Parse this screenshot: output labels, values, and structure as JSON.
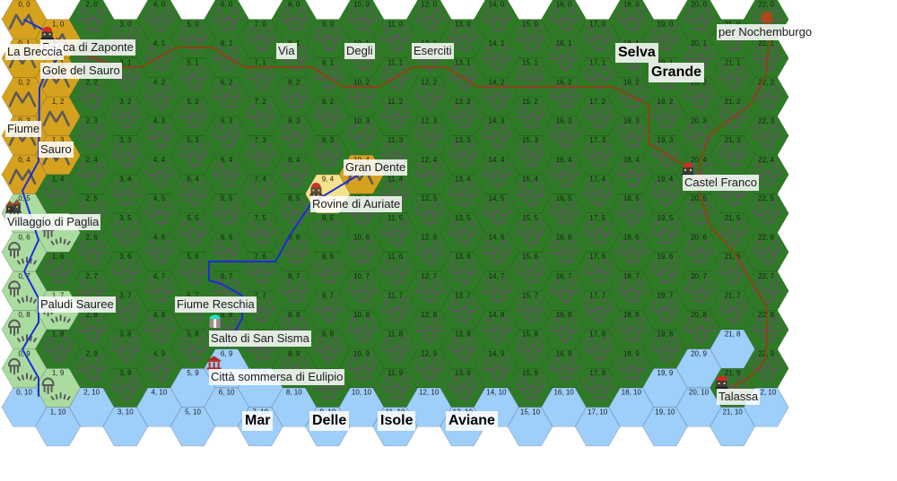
{
  "map": {
    "cols": 23,
    "rows": 11,
    "hex_label_format": "{col}, {row}",
    "terrain_types": {
      "M": {
        "name": "mountain",
        "color": "#D6A21E"
      },
      "F": {
        "name": "forest",
        "color": "#2F7A27"
      },
      "S": {
        "name": "swamp",
        "color": "#AADCA0"
      },
      "W": {
        "name": "water",
        "color": "#9ECEFA"
      },
      "R": {
        "name": "ruins",
        "color": "#F5E28C"
      }
    },
    "terrain_rows": [
      "MMFFFFFFFFFFFFFFFFFFFFF",
      "MMFFFFFFFFFFFFFFFFFFFFF",
      "MMFFFFFFFFFFFFFFFFFFFFF",
      "MMFFFFFFFFFFFFFFFFFFFFF",
      "MFFFFFFFFRMFFFFFFFFFFFF",
      "SSFFFFFFFFFFFFFFFFFFFFF",
      "SFFFFFFFFFFFFFFFFFFFFFF",
      "SSFFFFFFFFFFFFFFFFFFFFF",
      "SFFFFFFFFFFFFFFFFFFFFWF",
      "SSFFFWWWFFFFFFFFFFFWWFF",
      "WWWWWWWWWWWWWWWWWWWWWWW"
    ],
    "icon_color": "#5A5A5A",
    "river_color": "#1B2DD8",
    "road_color": "#8B4513",
    "exit_marker_color": "#A84A1E"
  },
  "features": [
    {
      "type": "fort",
      "col": 1,
      "row": 0
    },
    {
      "type": "village",
      "col": 0,
      "row": 5
    },
    {
      "type": "ruins",
      "col": 9,
      "row": 4
    },
    {
      "type": "waterfall",
      "col": 6,
      "row": 8
    },
    {
      "type": "temple",
      "col": 6,
      "row": 9
    },
    {
      "type": "fort",
      "col": 20,
      "row": 4
    },
    {
      "type": "fort",
      "col": 21,
      "row": 9
    },
    {
      "type": "exit",
      "col": 22,
      "row": 0
    }
  ],
  "labels": {
    "rocca_di_zaponte": "Rocca di Zaponte",
    "la_breccia": "La Breccia",
    "gole_del_sauro": "Gole del Sauro",
    "fiume": "Fiume",
    "sauro": "Sauro",
    "villaggio_di_paglia": "Villaggio di Paglia",
    "paludi_sauree": "Paludi Sauree",
    "fiume_reschia": "Fiume Reschia",
    "salto_di_san_sisma": "Salto di San Sisma",
    "citta_sommersa": "Città sommersa di Eulipio",
    "gran_dente": "Gran Dente",
    "rovine_di_auriate": "Rovine di Auriate",
    "via": "Via",
    "degli": "Degli",
    "eserciti": "Eserciti",
    "selva": "Selva",
    "grande": "Grande",
    "per_nochemburgo": "per Nochemburgo",
    "castel_franco": "Castel Franco",
    "talassa": "Talassa",
    "mar": "Mar",
    "delle": "Delle",
    "isole": "Isole",
    "aviane": "Aviane"
  }
}
